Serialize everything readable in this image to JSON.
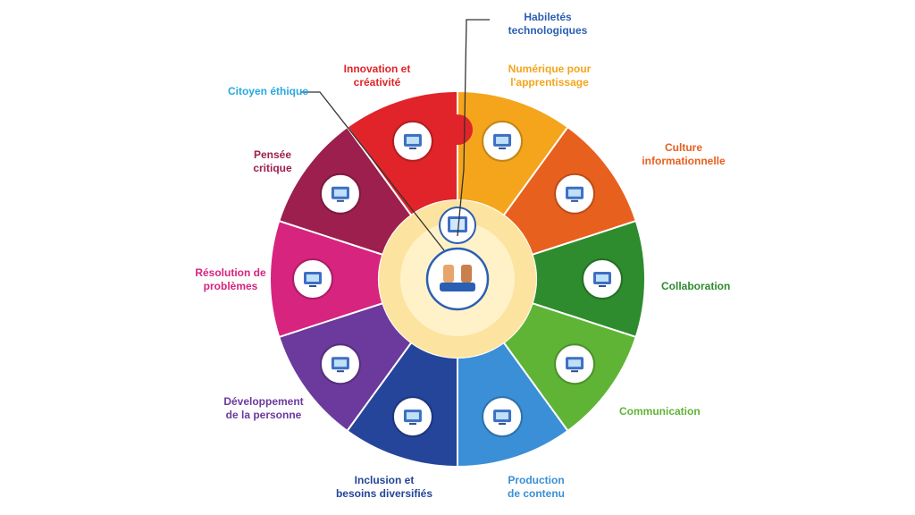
{
  "center": {
    "label": "Citoyen éthique",
    "color": "#29a8df",
    "icon": "handshake-hands-icon"
  },
  "top_pointer": {
    "label": "Habiletés\ntechnologiques",
    "color": "#2b5fb3",
    "icon": "tablet-touch-icon"
  },
  "segments": [
    {
      "id": "numerique",
      "label": "Numérique pour\nl'apprentissage",
      "color": "#f4a51c",
      "icon": "laptop-books-icon"
    },
    {
      "id": "culture",
      "label": "Culture\ninformationnelle",
      "color": "#e8601e",
      "icon": "document-magnifier-icon"
    },
    {
      "id": "collaboration",
      "label": "Collaboration",
      "color": "#2e8b2e",
      "icon": "people-network-icon"
    },
    {
      "id": "communication",
      "label": "Communication",
      "color": "#5fb436",
      "icon": "chat-bubbles-icon"
    },
    {
      "id": "production",
      "label": "Production\nde contenu",
      "color": "#3a8fd6",
      "icon": "video-monitor-icon"
    },
    {
      "id": "inclusion",
      "label": "Inclusion et\nbesoins diversifiés",
      "color": "#24459a",
      "icon": "cycle-arrows-icon"
    },
    {
      "id": "developpement",
      "label": "Développement\nde la personne",
      "color": "#6b3a9c",
      "icon": "devices-cloud-icon"
    },
    {
      "id": "resolution",
      "label": "Résolution de\nproblèmes",
      "color": "#d6247f",
      "icon": "target-icon"
    },
    {
      "id": "pensee",
      "label": "Pensée\ncritique",
      "color": "#9c1f4e",
      "icon": "brain-question-icon"
    },
    {
      "id": "innovation",
      "label": "Innovation et\ncréativité",
      "color": "#e0242a",
      "icon": "lightbulb-icon"
    }
  ],
  "hub_color": "#fde3a0"
}
